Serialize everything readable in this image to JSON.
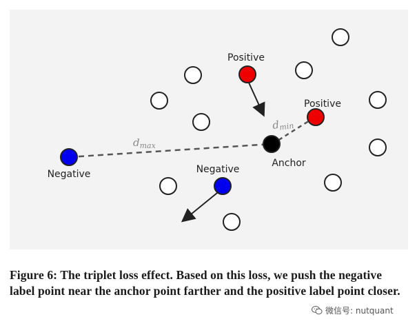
{
  "diagram": {
    "labels": {
      "positive_top": "Positive",
      "positive_right": "Positive",
      "negative_left": "Negative",
      "negative_mid": "Negative",
      "anchor": "Anchor",
      "dmax_base": "d",
      "dmax_sub": "max",
      "dmin_base": "d",
      "dmin_sub": "min"
    },
    "colors": {
      "positive": "#ee0000",
      "negative": "#0000ee",
      "anchor": "#000000",
      "neutral_fill": "#ffffff",
      "stroke": "#222222",
      "dashed": "#555555"
    }
  },
  "caption": {
    "text": "Figure 6: The triplet loss effect. Based on this loss, we push the negative label point near the anchor point farther and the positive label point closer."
  },
  "watermark": {
    "text": "微信号: nutquant",
    "icon": "wechat-icon"
  }
}
